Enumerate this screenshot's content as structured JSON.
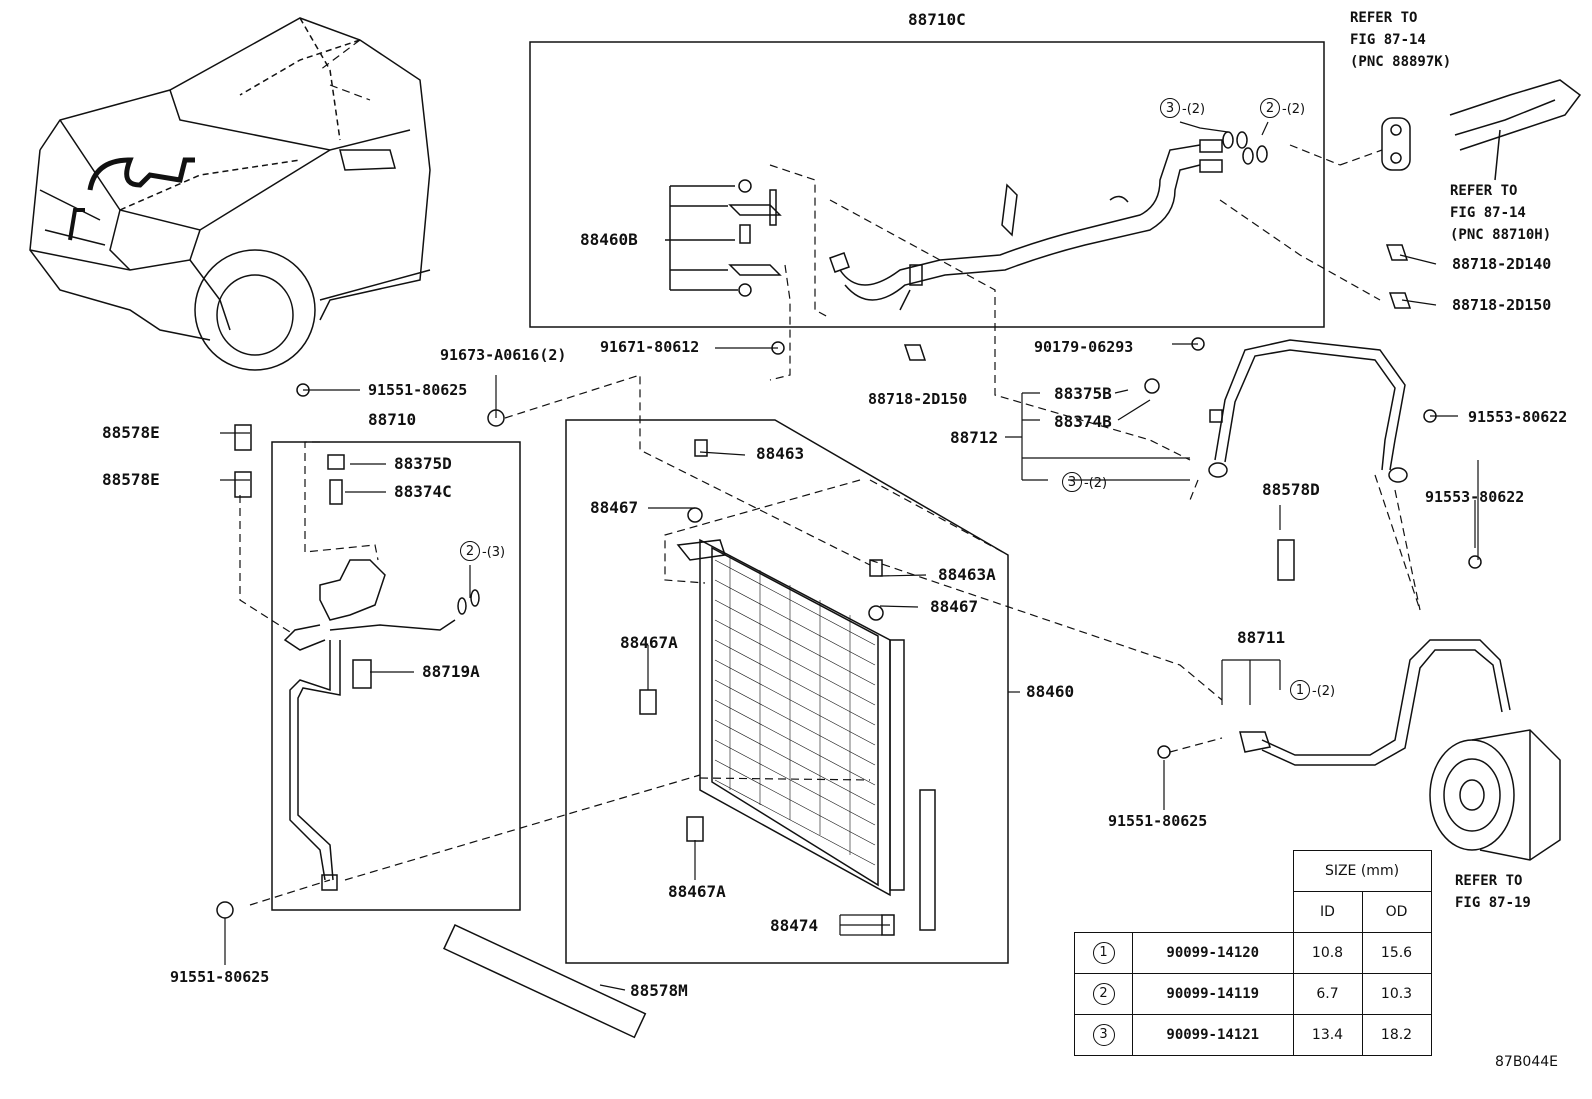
{
  "diagram": {
    "figure_code": "87B044E",
    "part_labels": {
      "p88710C": "88710C",
      "p88460B": "88460B",
      "p91671_80612": "91671-80612",
      "p88718_2D150_mid": "88718-2D150",
      "p90179_06293": "90179-06293",
      "p88375B": "88375B",
      "p88374B": "88374B",
      "p88712": "88712",
      "p88718_2D140": "88718-2D140",
      "p88718_2D150_right": "88718-2D150",
      "p91553_80622_a": "91553-80622",
      "p91553_80622_b": "91553-80622",
      "p88578D": "88578D",
      "p88711": "88711",
      "p91551_80625_right": "91551-80625",
      "p91673_A0616": "91673-A0616(2)",
      "p91551_80625_top": "91551-80625",
      "p88710": "88710",
      "p88578E_a": "88578E",
      "p88578E_b": "88578E",
      "p88375D": "88375D",
      "p88374C": "88374C",
      "p88719A": "88719A",
      "p88463": "88463",
      "p88467_a": "88467",
      "p88463A": "88463A",
      "p88467_b": "88467",
      "p88467A_a": "88467A",
      "p88467A_b": "88467A",
      "p88460": "88460",
      "p88474": "88474",
      "p88578M": "88578M",
      "p91551_80625_bottom": "91551-80625"
    },
    "qty": {
      "q3_top": "3",
      "q3_top_n": "-(2)",
      "q2_top": "2",
      "q2_top_n": "-(2)",
      "q3_mid": "3",
      "q3_mid_n": "-(2)",
      "q2_left": "2",
      "q2_left_n": "-(3)",
      "q1_right": "1",
      "q1_right_n": "-(2)"
    },
    "notes": {
      "n1": [
        "REFER TO",
        "FIG 87-14",
        "(PNC 88897K)"
      ],
      "n2": [
        "REFER TO",
        "FIG 87-14",
        "(PNC 88710H)"
      ],
      "n3": [
        "REFER TO",
        "FIG 87-19"
      ]
    }
  },
  "size_table": {
    "header": "SIZE (mm)",
    "col_id": "ID",
    "col_od": "OD",
    "rows": [
      {
        "ref": "1",
        "part": "90099-14120",
        "id": "10.8",
        "od": "15.6"
      },
      {
        "ref": "2",
        "part": "90099-14119",
        "id": "6.7",
        "od": "10.3"
      },
      {
        "ref": "3",
        "part": "90099-14121",
        "id": "13.4",
        "od": "18.2"
      }
    ]
  }
}
